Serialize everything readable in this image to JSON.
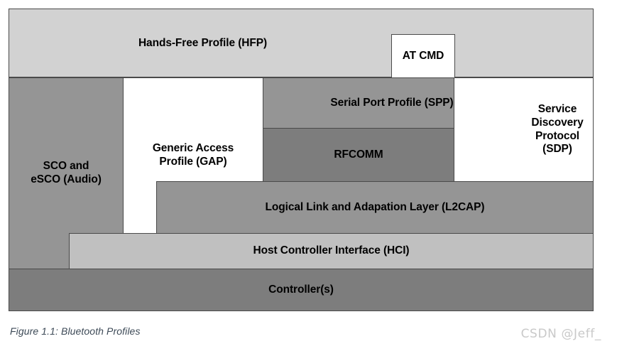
{
  "figure": {
    "caption": "Figure 1.1: Bluetooth Profiles",
    "watermark": "CSDN @Jeff_"
  },
  "colors": {
    "lightest_gray": "#d2d2d2",
    "light_gray": "#c0c0c0",
    "mid_gray": "#959595",
    "dark_gray": "#7d7d7d",
    "white": "#ffffff",
    "border": "#4a4a4a",
    "text": "#000000",
    "caption_text": "#3d4a57",
    "watermark_text": "#c9c9c9"
  },
  "diagram": {
    "type": "layered-stack",
    "title": "Bluetooth Profiles",
    "blocks": [
      {
        "id": "hfp",
        "label": "Hands-Free Profile (HFP)",
        "fill": "lightest_gray"
      },
      {
        "id": "atcmd",
        "label": "AT CMD",
        "fill": "white"
      },
      {
        "id": "sco",
        "label": "SCO and\neSCO (Audio)",
        "fill": "mid_gray"
      },
      {
        "id": "gap",
        "label": "Generic Access\nProfile (GAP)",
        "fill": "white"
      },
      {
        "id": "spp",
        "label": "Serial Port Profile (SPP)",
        "fill": "mid_gray"
      },
      {
        "id": "rfcomm",
        "label": "RFCOMM",
        "fill": "dark_gray"
      },
      {
        "id": "sdp",
        "label": "Service Discovery\nProtocol (SDP)",
        "fill": "white"
      },
      {
        "id": "l2cap",
        "label": "Logical Link and Adapation Layer (L2CAP)",
        "fill": "mid_gray"
      },
      {
        "id": "hci",
        "label": "Host Controller Interface (HCI)",
        "fill": "light_gray"
      },
      {
        "id": "ctrl",
        "label": "Controller(s)",
        "fill": "dark_gray"
      }
    ]
  }
}
